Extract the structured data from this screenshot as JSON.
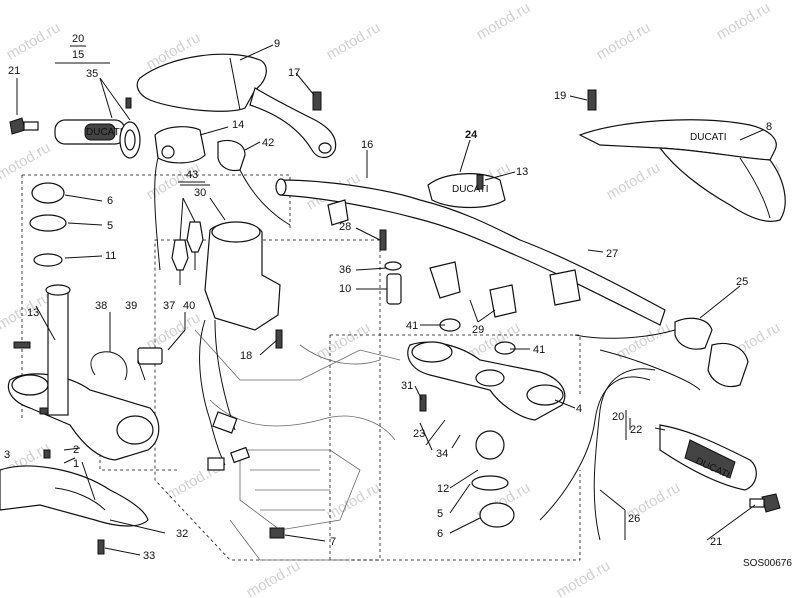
{
  "watermark": "motod.ru",
  "diagram_code": "SOS00676",
  "callouts": {
    "c1": "1",
    "c2": "2",
    "c3": "3",
    "c4": "4",
    "c5a": "5",
    "c5b": "5",
    "c6a": "6",
    "c6b": "6",
    "c7": "7",
    "c8": "8",
    "c9": "9",
    "c10": "10",
    "c11": "11",
    "c12": "12",
    "c13a": "13",
    "c13b": "13",
    "c14": "14",
    "c15": "15",
    "c16": "16",
    "c17": "17",
    "c18": "18",
    "c19": "19",
    "c20a": "20",
    "c20b": "20",
    "c21a": "21",
    "c21b": "21",
    "c22": "22",
    "c23": "23",
    "c24": "24",
    "c25": "25",
    "c26": "26",
    "c27": "27",
    "c28": "28",
    "c29": "29",
    "c30": "30",
    "c31": "31",
    "c32": "32",
    "c33": "33",
    "c34": "34",
    "c35": "35",
    "c36": "36",
    "c37": "37",
    "c38": "38",
    "c39": "39",
    "c40": "40",
    "c41a": "41",
    "c41b": "41",
    "c42": "42",
    "c43": "43"
  },
  "brand_marks": [
    "DUCATI",
    "DUCATI",
    "DUCATI",
    "DUCATI"
  ]
}
